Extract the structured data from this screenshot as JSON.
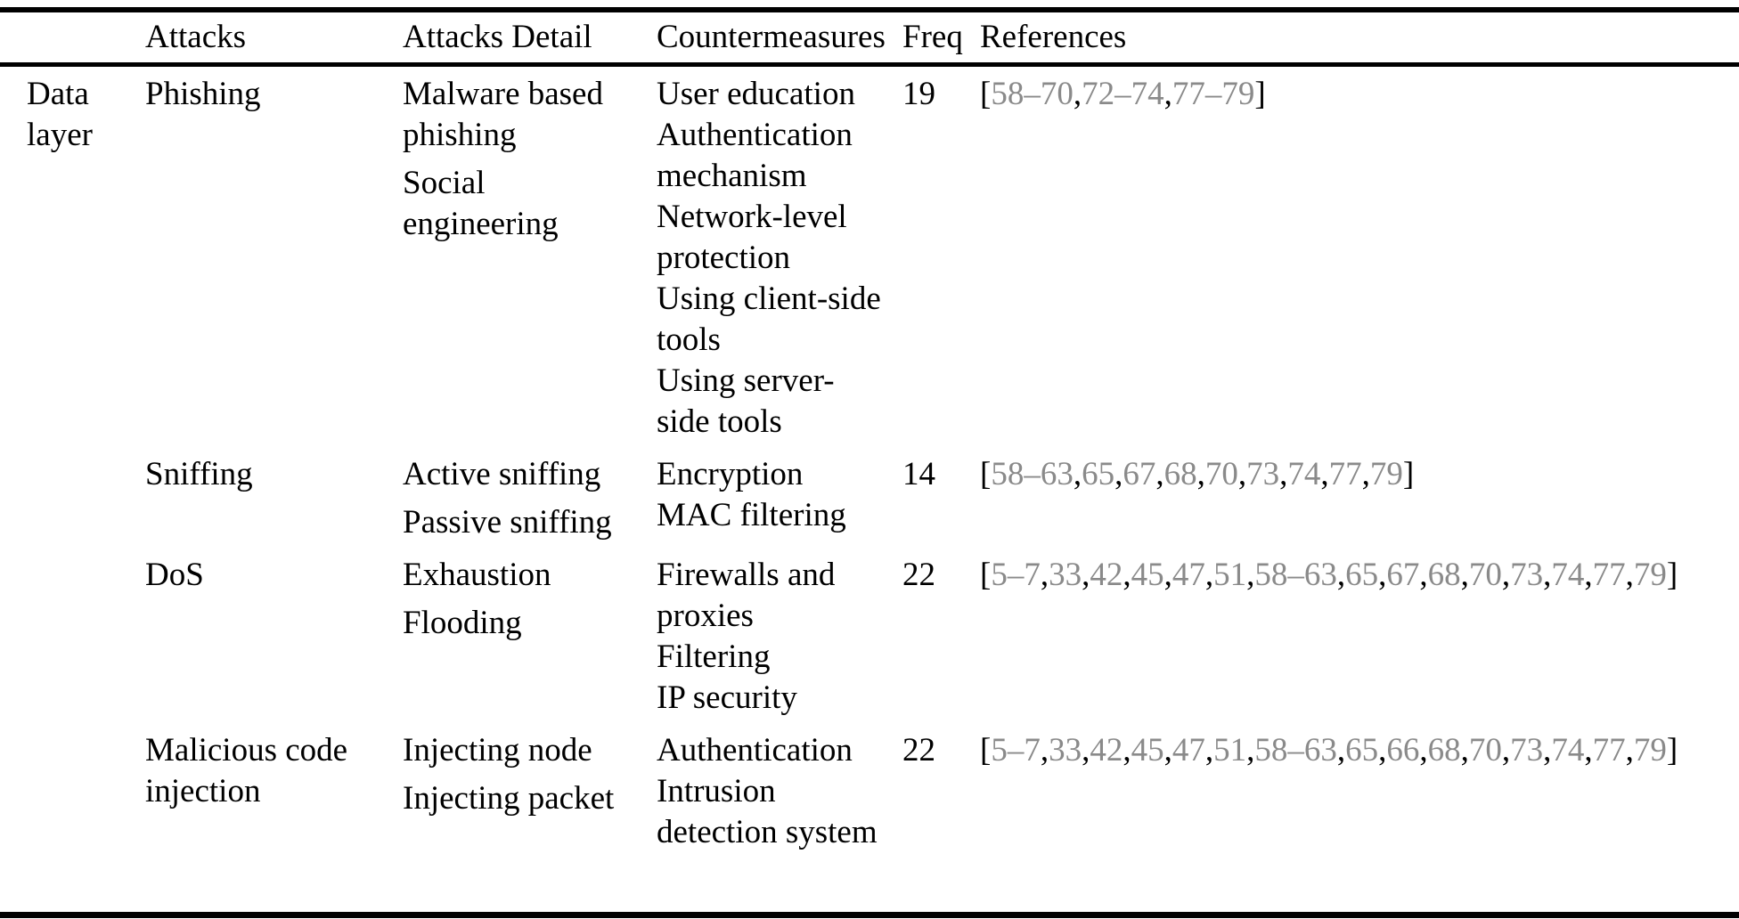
{
  "page": {
    "background": "#ffffff",
    "text_color": "#000000",
    "rule_color": "#000000",
    "reference_link_color": "#8a8a8a"
  },
  "table": {
    "headers": [
      {
        "key": "layer",
        "label": ""
      },
      {
        "key": "attack",
        "label": "Attacks"
      },
      {
        "key": "details",
        "label": "Attacks Detail"
      },
      {
        "key": "countermeasures",
        "label": "Countermeasures"
      },
      {
        "key": "freq",
        "label": "Freq"
      },
      {
        "key": "references",
        "label": "References"
      }
    ],
    "rows": [
      {
        "layer": "Data layer",
        "attack": "Phishing",
        "details": [
          "Malware based phishing",
          "Social engineering"
        ],
        "countermeasures": [
          "User education",
          "Authentication mechanism",
          "Network-level protection",
          "Using client-side tools",
          "Using server-side tools"
        ],
        "freq": "19",
        "references": "[58–70,72–74,77–79]"
      },
      {
        "layer": "",
        "attack": "Sniffing",
        "details": [
          "Active sniffing",
          "Passive sniffing"
        ],
        "countermeasures": [
          "Encryption",
          "MAC filtering"
        ],
        "freq": "14",
        "references": "[58–63,65,67,68,70,73,74,77,79]"
      },
      {
        "layer": "",
        "attack": "DoS",
        "details": [
          "Exhaustion",
          "Flooding"
        ],
        "countermeasures": [
          "Firewalls and proxies",
          "Filtering",
          "IP security"
        ],
        "freq": "22",
        "references": "[5–7,33,42,45,47,51,58–63,65,67,68,70,73,74,77,79]"
      },
      {
        "layer": "",
        "attack": "Malicious code injection",
        "details": [
          "Injecting node",
          "Injecting packet"
        ],
        "countermeasures": [
          "Authentication",
          "Intrusion detection system"
        ],
        "freq": "22",
        "references": "[5–7,33,42,45,47,51,58–63,65,66,68,70,73,74,77,79]"
      }
    ]
  }
}
